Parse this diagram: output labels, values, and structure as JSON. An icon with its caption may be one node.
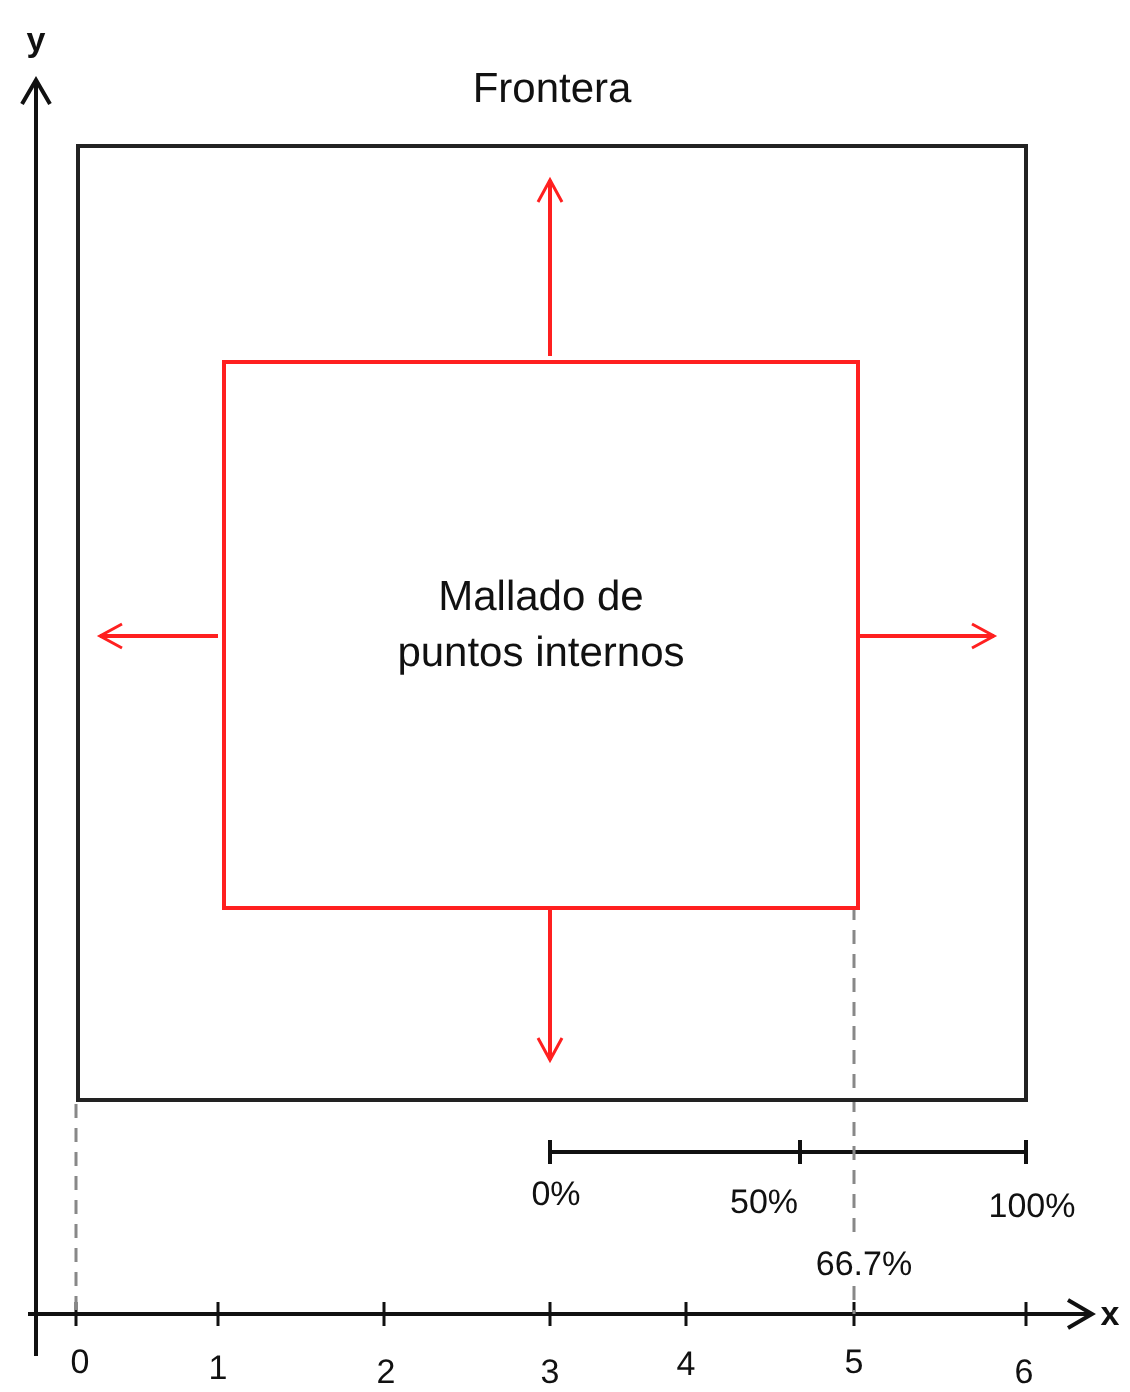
{
  "diagram": {
    "nodes": [
      {
        "text": [
          "Frontera"
        ]
      },
      {
        "text": [
          "Mallado de puntos internos"
        ],
        "in": 0
      }
    ],
    "edges": [
      {
        "from": 1,
        "to": null,
        "arrow": "to"
      },
      {
        "from": 1,
        "to": null,
        "arrow": "to"
      },
      {
        "from": 1,
        "to": null,
        "arrow": "to"
      },
      {
        "from": 1,
        "to": null,
        "arrow": "to"
      }
    ],
    "labels": [
      "y",
      "0%",
      "50%",
      "100%",
      "66.7%",
      "x",
      "0",
      "1",
      "2",
      "3",
      "4",
      "5",
      "6"
    ]
  }
}
